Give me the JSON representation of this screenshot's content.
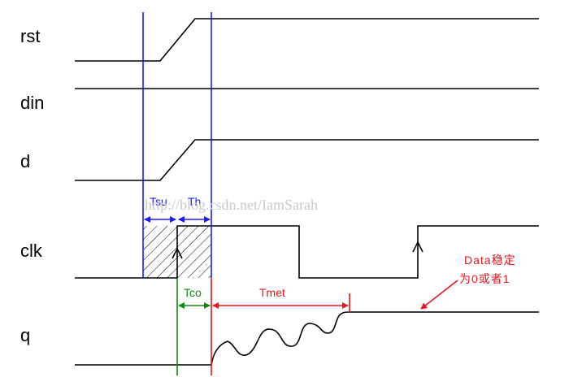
{
  "signals": {
    "rst": "rst",
    "din": "din",
    "d": "d",
    "clk": "clk",
    "q": "q"
  },
  "annotations": {
    "tsu": "Tsu",
    "th": "Th",
    "tco": "Tco",
    "tmet": "Tmet",
    "note_line1": "Data稳定",
    "note_line2": "为0或者1"
  },
  "watermark": "http://blog.csdn.net/IamSarah",
  "colors": {
    "waveform": "#000000",
    "setup_hold_markers": "#1a1aff",
    "clock_to_output": "#118811",
    "metastability": "#e8141b",
    "watermark": "#c9c9c9"
  }
}
